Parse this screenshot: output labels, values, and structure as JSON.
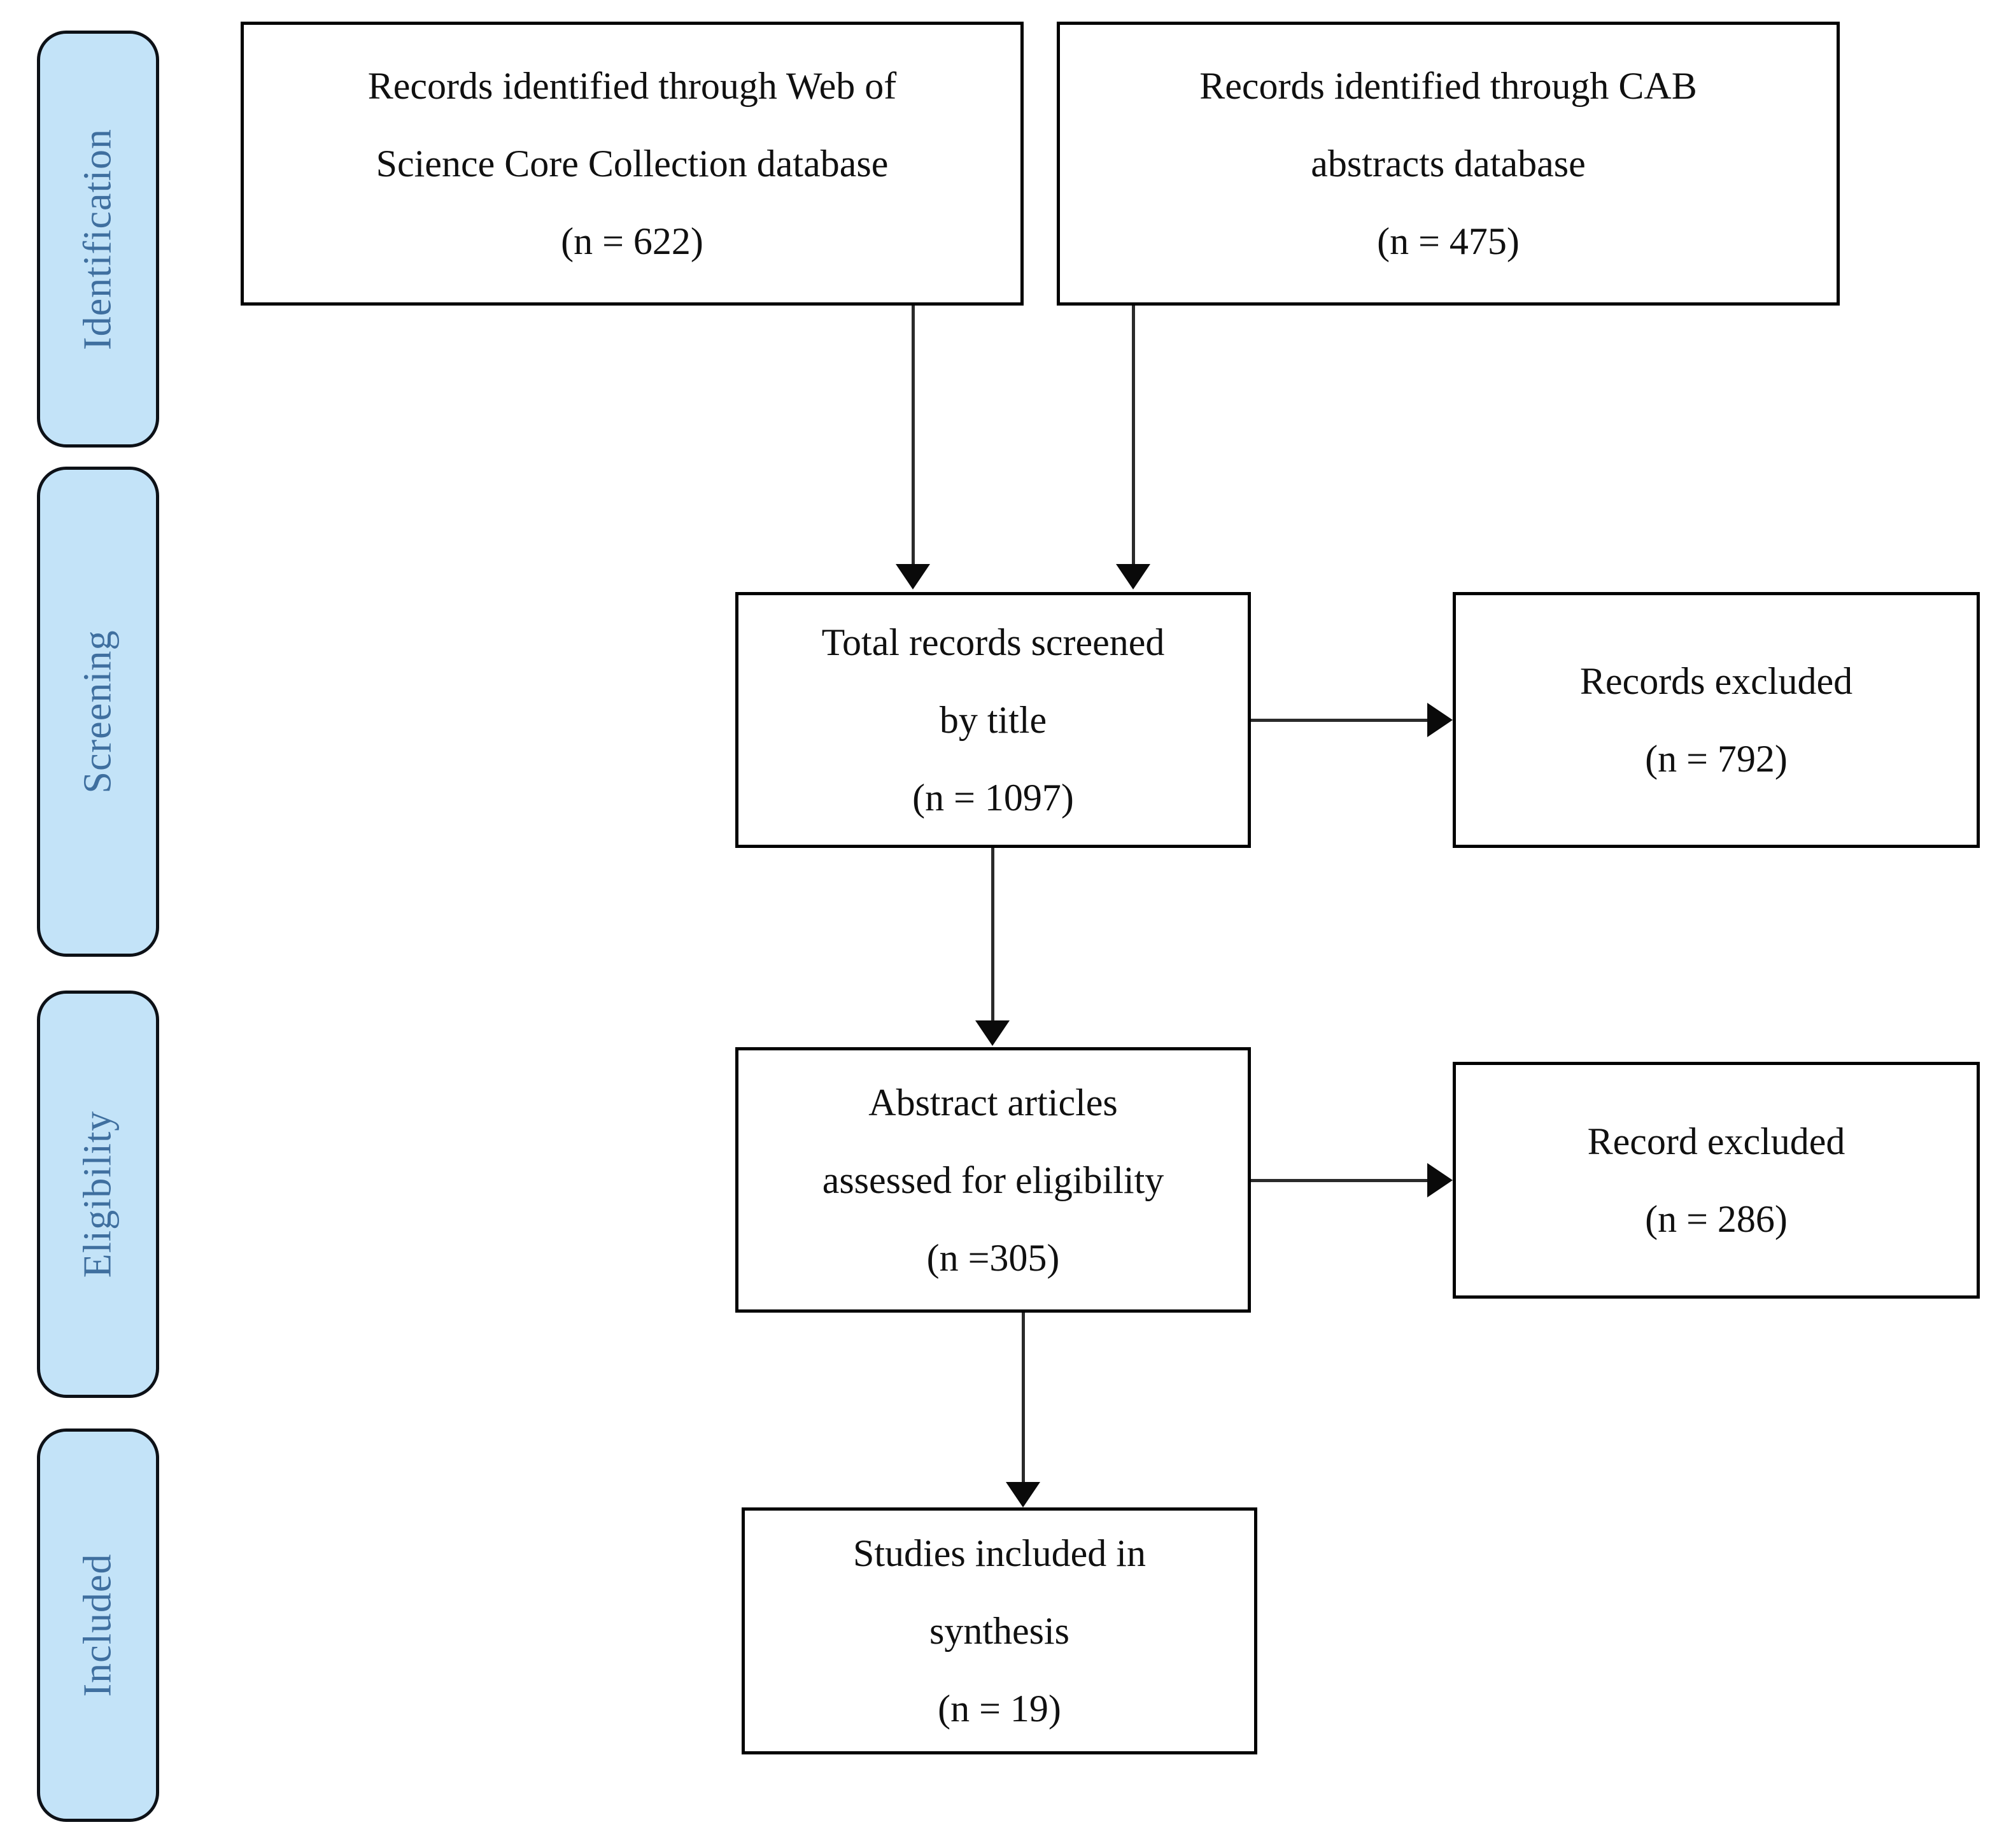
{
  "diagram": {
    "type": "prisma-flow-diagram",
    "stages": [
      {
        "id": "identification",
        "label": "Identification"
      },
      {
        "id": "screening",
        "label": "Screening"
      },
      {
        "id": "eligibility",
        "label": "Eligibility"
      },
      {
        "id": "included",
        "label": "Included"
      }
    ],
    "boxes": [
      {
        "id": "wos-records",
        "lines": [
          "Records identified through Web of",
          "Science Core Collection database",
          "(n = 622)"
        ],
        "count": 622
      },
      {
        "id": "cab-records",
        "lines": [
          "Records identified through CAB",
          "abstracts database",
          "(n = 475)"
        ],
        "count": 475
      },
      {
        "id": "screened-by-title",
        "lines": [
          "Total records screened",
          "by title",
          "(n = 1097)"
        ],
        "count": 1097
      },
      {
        "id": "records-excluded-title",
        "lines": [
          "Records excluded",
          "(n = 792)"
        ],
        "count": 792
      },
      {
        "id": "abstract-eligibility",
        "lines": [
          "Abstract articles",
          "assessed for eligibility",
          "(n =305)"
        ],
        "count": 305
      },
      {
        "id": "record-excluded-abstract",
        "lines": [
          "Record excluded",
          "(n = 286)"
        ],
        "count": 286
      },
      {
        "id": "studies-included",
        "lines": [
          "Studies included in",
          "synthesis",
          "(n = 19)"
        ],
        "count": 19
      }
    ],
    "colors": {
      "stage_fill": "#c3e3f8",
      "stage_border": "#0d1117",
      "stage_text": "#3f6f9f",
      "box_border": "#000000",
      "box_text": "#101010",
      "connector": "#2b2b2b",
      "background": "#ffffff"
    }
  }
}
